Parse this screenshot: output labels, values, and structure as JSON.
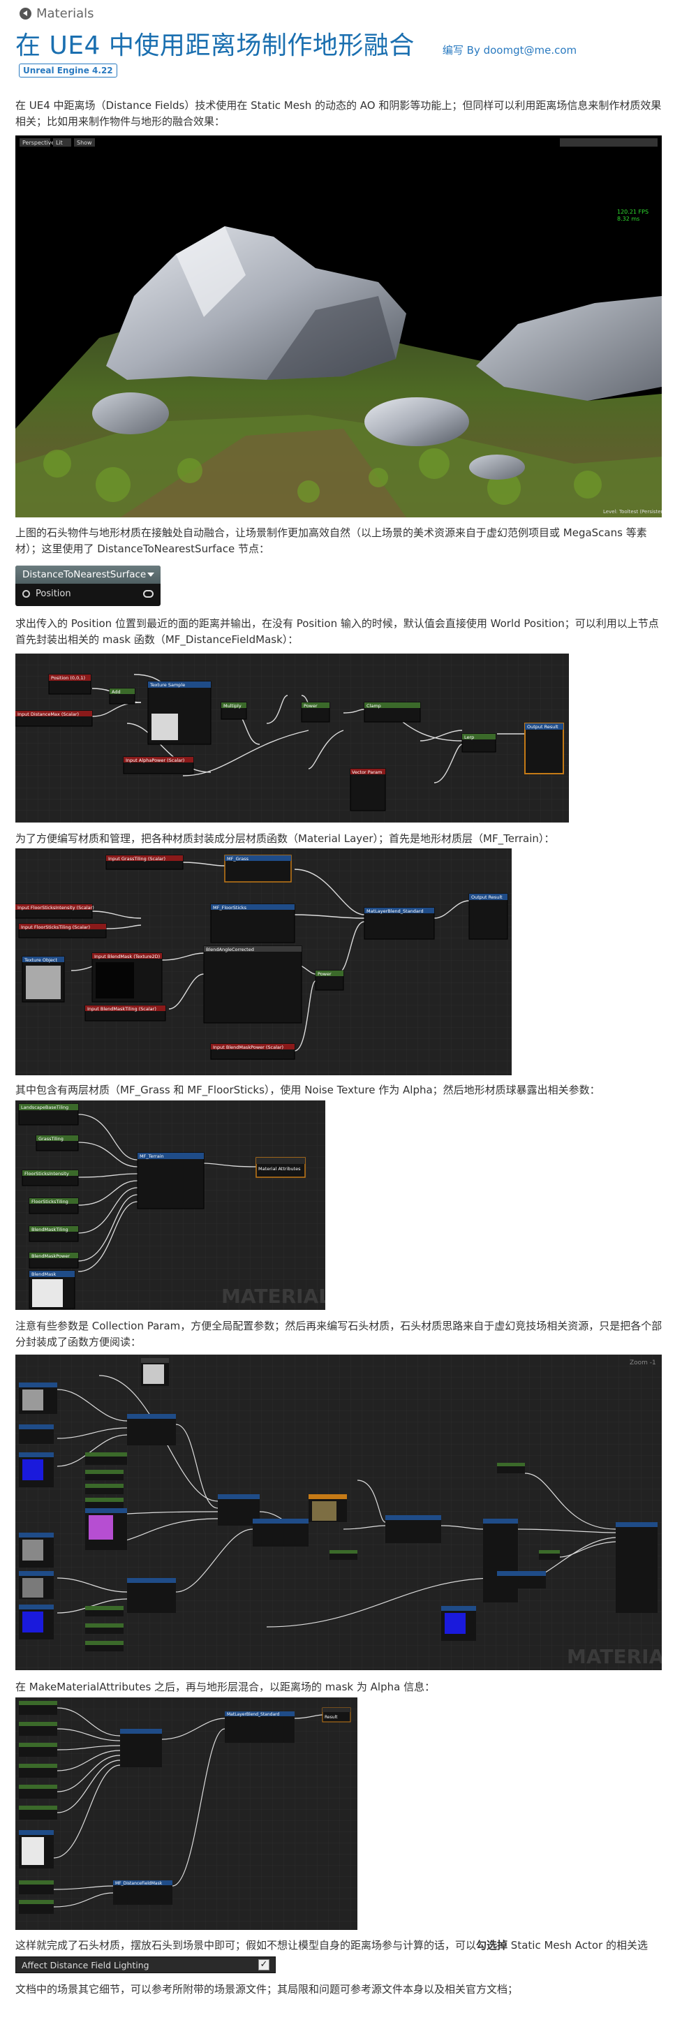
{
  "breadcrumb": {
    "label": "Materials"
  },
  "header": {
    "title": "在 UE4 中使用距离场制作地形融合",
    "author": "编写 By doomgt@me.com",
    "badge": "Unreal Engine 4.22"
  },
  "paragraphs": {
    "intro": "在 UE4 中距离场（Distance Fields）技术使用在 Static Mesh 的动态的 AO 和阴影等功能上；但同样可以利用距离场信息来制作材质效果相关；比如用来制作物件与地形的融合效果：",
    "stones": "上图的石头物件与地形材质在接触处自动融合，让场景制作更加高效自然（以上场景的美术资源来自于虚幻范例项目或 MegaScans 等素材）；这里使用了 DistanceToNearestSurface 节点：",
    "position": "求出传入的 Position 位置到最近的面的距离并输出，在没有 Position 输入的时候，默认值会直接使用 World Position；可以利用以上节点首先封装出相关的 mask 函数（MF_DistanceFieldMask）：",
    "layer": "为了方便编写材质和管理，把各种材质封装成分层材质函数（Material Layer）；首先是地形材质层（MF_Terrain）：",
    "grass": "其中包含有两层材质（MF_Grass 和 MF_FloorSticks），使用 Noise Texture 作为 Alpha；然后地形材质球暴露出相关参数：",
    "collection": "注意有些参数是 Collection Param，方便全局配置参数；然后再来编写石头材质，石头材质思路来自于虚幻竞技场相关资源，只是把各个部分封装成了函数方便阅读：",
    "after": "在 MakeMaterialAttributes 之后，再与地形层混合，以距离场的 mask 为 Alpha 信息：",
    "done_pre": "这样就完成了石头材质，摆放石头到场景中即可；假如不想让模型自身的距离场参与计算的话，可以",
    "done_bold": "勾选掉",
    "done_post": " Static Mesh Actor 的相关选项：",
    "footer": "文档中的场景其它细节，可以参考所附带的场景源文件；其局限和问题可参考源文件本身以及相关官方文档；"
  },
  "viewport": {
    "stats_line1": "120.21 FPS",
    "stats_line2": "8.32 ms",
    "status": "Level: Tooltest (Persistent)",
    "toolbar": [
      "Perspective",
      "Lit",
      "Show"
    ]
  },
  "dtn_node": {
    "title": "DistanceToNearestSurface",
    "pin": "Position"
  },
  "graph_mask": {
    "nodes": [
      "Position (0,0,1)",
      "Add",
      "Texture Sample",
      "Multiply",
      "Input DistanceMax (Scalar)",
      "Input AlphaPower (Scalar)",
      "Power",
      "Clamp",
      "Output Result",
      "Vector Param",
      "Lerp"
    ]
  },
  "graph_terrain": {
    "nodes": [
      "Input GrassTiling (Scalar)",
      "MF_Grass",
      "MF_FloorSticks",
      "MatLayerBlend_Standard",
      "Output Result",
      "Input FloorSticksIntensity (Scalar)",
      "Input FloorSticksTiling (Scalar)",
      "Texture Object",
      "Input BlendMask (Texture2D)",
      "Input BlendMaskTiling (Scalar)",
      "BlendAngleCorrected",
      "Power",
      "Input BlendMaskPower (Scalar)"
    ]
  },
  "graph_params": {
    "nodes": [
      "LandscapeBaseTiling",
      "GrassTiling",
      "FloorSticksIntensity",
      "FloorSticksTiling",
      "BlendMaskTiling",
      "BlendMaskPower",
      "BlendMask",
      "MF_Terrain",
      "Material Attributes"
    ],
    "watermark": "MATERIAL"
  },
  "graph_rock": {
    "zoom": "Zoom -1",
    "watermark": "MATERIAL"
  },
  "graph_blend": {
    "nodes": [
      "MatLayerBlend_Standard",
      "MF_DistanceFieldMask",
      "Result"
    ]
  },
  "checkbox": {
    "label": "Affect Distance Field Lighting",
    "checked": "✓"
  },
  "colors": {
    "title": "#1a6fb0",
    "link": "#2a7ac0",
    "graph_bg": "#222222",
    "node_red": "#8a1a1a",
    "node_blue": "#1f4c88",
    "node_green": "#3b6a2a",
    "node_orange": "#c57a16"
  }
}
